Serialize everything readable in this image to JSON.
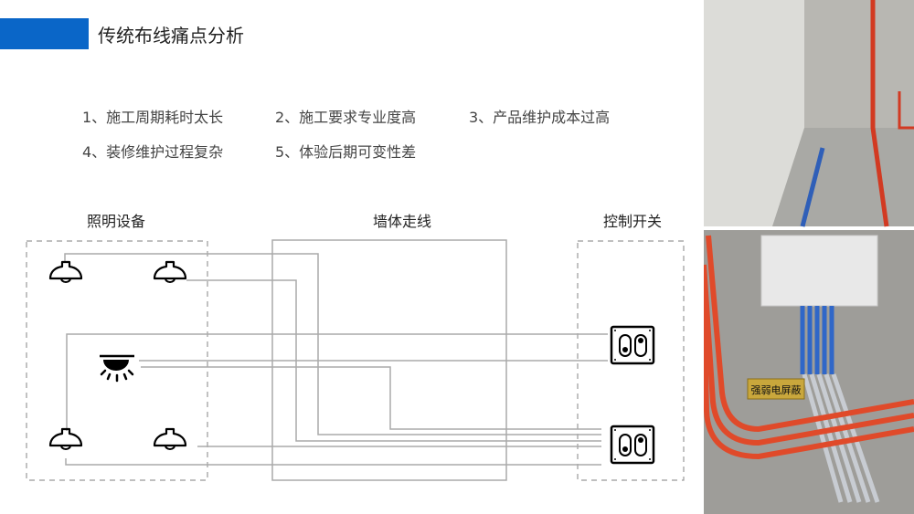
{
  "slide": {
    "title": "传统布线痛点分析",
    "accent_color": "#0a66c8"
  },
  "pain_points": [
    "1、施工周期耗时太长",
    "2、施工要求专业度高",
    "3、产品维护成本过高",
    "4、装修维护过程复杂",
    "5、体验后期可变性差"
  ],
  "diagram": {
    "sections": {
      "lighting": "照明设备",
      "wall": "墙体走线",
      "switches": "控制开关"
    }
  },
  "photos": {
    "bottom_sign": "强弱电屏蔽"
  }
}
